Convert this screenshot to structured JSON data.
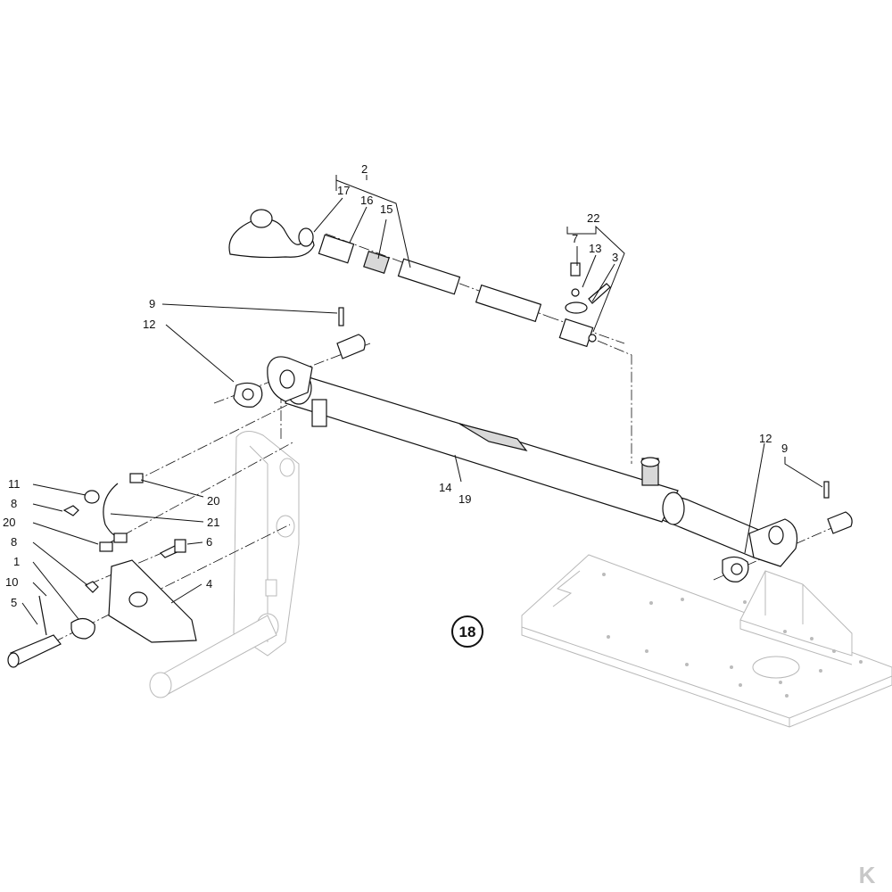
{
  "labels": {
    "l1": "1",
    "l2": "2",
    "l3": "3",
    "l4": "4",
    "l5": "5",
    "l6": "6",
    "l7": "7",
    "l8a": "8",
    "l8b": "8",
    "l9a": "9",
    "l9b": "9",
    "l10": "10",
    "l11": "11",
    "l12a": "12",
    "l12b": "12",
    "l13": "13",
    "l14": "14",
    "l15": "15",
    "l16": "16",
    "l17": "17",
    "l19": "19",
    "l20a": "20",
    "l20b": "20",
    "l21": "21",
    "l22": "22"
  },
  "section_badge": "18",
  "brand_mark": "K",
  "colors": {
    "line": "#111111",
    "ghost": "#b8b8b8",
    "brand": "#c8c8c8"
  }
}
